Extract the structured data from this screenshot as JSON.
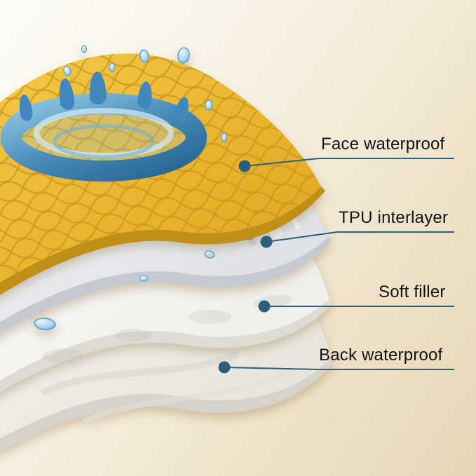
{
  "diagram": {
    "title": "waterproof-pad-layer-diagram",
    "labels": [
      {
        "id": "face",
        "text": "Face waterproof"
      },
      {
        "id": "tpu",
        "text": "TPU interlayer"
      },
      {
        "id": "filler",
        "text": "Soft filler"
      },
      {
        "id": "back",
        "text": "Back waterproof"
      }
    ],
    "colors": {
      "background_light": "#fdfcf8",
      "background_dark": "#e6d6b6",
      "face_layer": "#e9b42c",
      "face_layer_edge": "#c08f16",
      "tpu_layer": "#e8eaec",
      "tpu_layer_edge": "#c6cad0",
      "filler_layer": "#f7f6f3",
      "filler_layer_edge": "#dedbd2",
      "back_layer": "#edebe5",
      "back_layer_edge": "#d6d3ca",
      "marker": "#2d5f7d",
      "water_dark": "#2e79b0",
      "water_light": "#9fd4ef",
      "text": "#121212"
    }
  }
}
